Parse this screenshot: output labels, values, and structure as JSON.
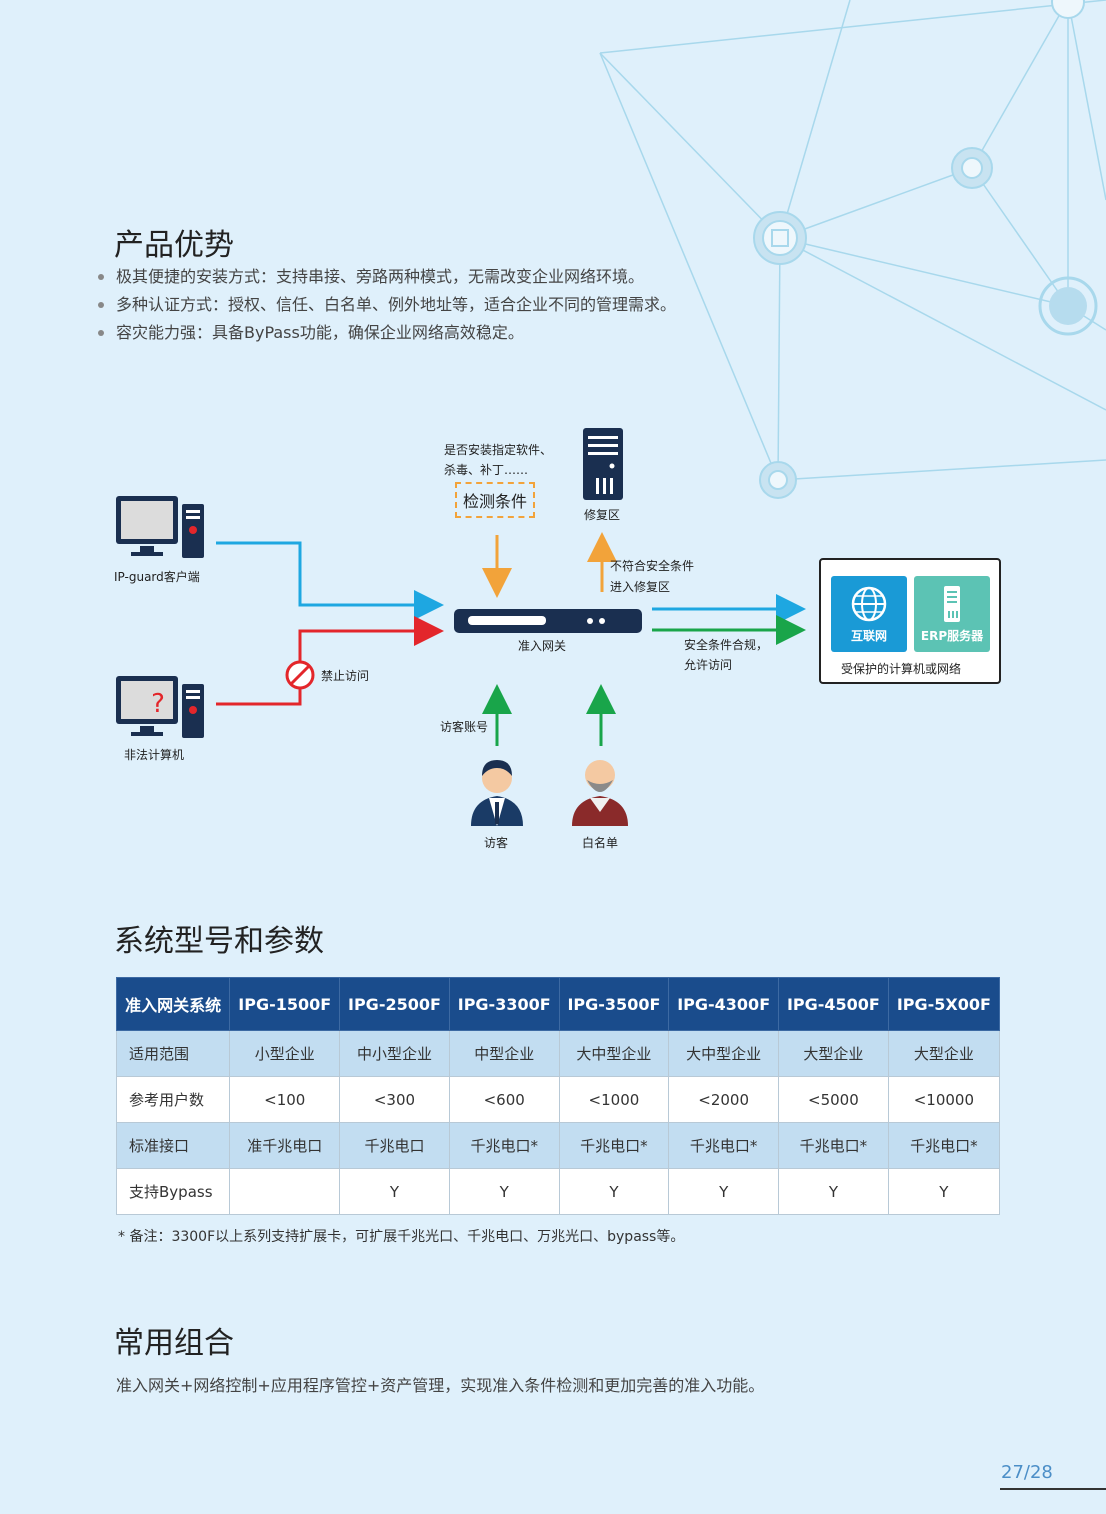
{
  "advantages": {
    "title": "产品优势",
    "items": [
      "极其便捷的安装方式：支持串接、旁路两种模式，无需改变企业网络环境。",
      "多种认证方式：授权、信任、白名单、例外地址等，适合企业不同的管理需求。",
      "容灾能力强：具备ByPass功能，确保企业网络高效稳定。"
    ]
  },
  "diagram": {
    "check_note_line1": "是否安装指定软件、",
    "check_note_line2": "杀毒、补丁……",
    "check_condition": "检测条件",
    "repair_zone": "修复区",
    "non_compliant_line1": "不符合安全条件",
    "non_compliant_line2": "进入修复区",
    "client_label": "IP-guard客户端",
    "illegal_label": "非法计算机",
    "illegal_mark": "?",
    "forbid_label": "禁止访问",
    "gateway_label": "准入网关",
    "compliant_line1": "安全条件合规，",
    "compliant_line2": "允许访问",
    "internet_tile": "互联网",
    "erp_tile": "ERP服务器",
    "protected_label": "受保护的计算机或网络",
    "guest_account": "访客账号",
    "guest_label": "访客",
    "whitelist_label": "白名单"
  },
  "specs": {
    "title": "系统型号和参数",
    "header": [
      "准入网关系统",
      "IPG-1500F",
      "IPG-2500F",
      "IPG-3300F",
      "IPG-3500F",
      "IPG-4300F",
      "IPG-4500F",
      "IPG-5X00F"
    ],
    "rows": [
      [
        "适用范围",
        "小型企业",
        "中小型企业",
        "中型企业",
        "大中型企业",
        "大中型企业",
        "大型企业",
        "大型企业"
      ],
      [
        "参考用户数",
        "<100",
        "<300",
        "<600",
        "<1000",
        "<2000",
        "<5000",
        "<10000"
      ],
      [
        "标准接口",
        "准千兆电口",
        "千兆电口",
        "千兆电口*",
        "千兆电口*",
        "千兆电口*",
        "千兆电口*",
        "千兆电口*"
      ],
      [
        "支持Bypass",
        "",
        "Y",
        "Y",
        "Y",
        "Y",
        "Y",
        "Y"
      ]
    ],
    "note": "* 备注：3300F以上系列支持扩展卡，可扩展千兆光口、千兆电口、万兆光口、bypass等。"
  },
  "combo": {
    "title": "常用组合",
    "text": "准入网关+网络控制+应用程序管控+资产管理，实现准入条件检测和更加完善的准入功能。"
  },
  "page": {
    "number": "27/28"
  },
  "colors": {
    "blue_line": "#1ea7e1",
    "red_line": "#e3262b",
    "orange_arrow": "#f2a33a",
    "green_arrow": "#19a54a",
    "navy": "#1a2f50",
    "table_header": "#1a4c8c",
    "internet_tile": "#1a9ad6",
    "erp_tile": "#5cc3b4"
  }
}
